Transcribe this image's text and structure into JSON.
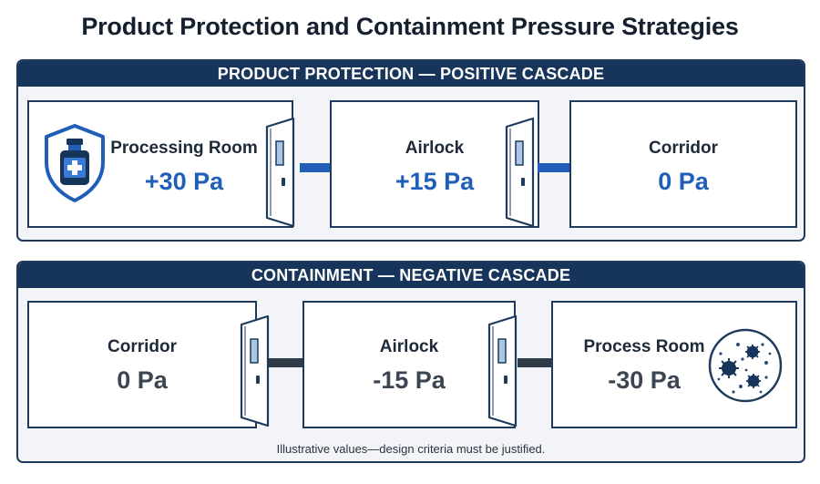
{
  "title": "Product Protection and Containment Pressure Strategies",
  "colors": {
    "navy": "#17355a",
    "accent_blue": "#1f5fb8",
    "arrow_dark": "#2f3b48",
    "panel_bg": "#f2f4f7"
  },
  "panels": [
    {
      "heading": "PRODUCT PROTECTION — POSITIVE CASCADE",
      "rooms": [
        {
          "label": "Processing Room",
          "value": "+30 Pa",
          "icon": "shield-vial-icon"
        },
        {
          "label": "Airlock",
          "value": "+15 Pa"
        },
        {
          "label": "Corridor",
          "value": "0 Pa"
        }
      ]
    },
    {
      "heading": "CONTAINMENT — NEGATIVE CASCADE",
      "rooms": [
        {
          "label": "Corridor",
          "value": "0 Pa"
        },
        {
          "label": "Airlock",
          "value": "-15 Pa"
        },
        {
          "label": "Process Room",
          "value": "-30 Pa",
          "icon": "contaminant-particles-icon"
        }
      ],
      "footnote": "Illustrative values—design criteria must be justified."
    }
  ]
}
